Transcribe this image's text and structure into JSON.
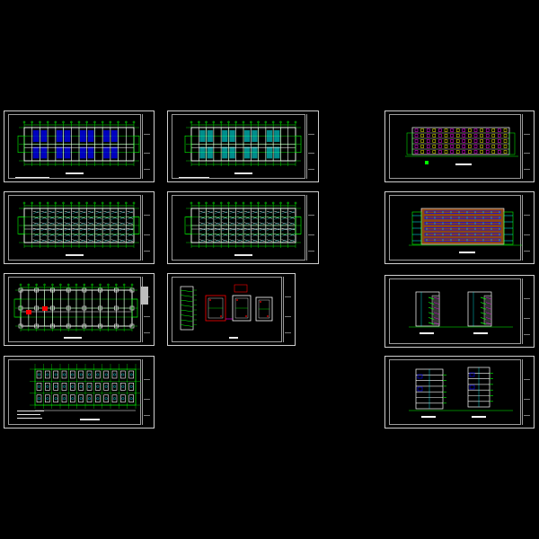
{
  "canvas_background": "#000000",
  "colors": {
    "frame": "#cfcfcf",
    "grid_green": "#00ff00",
    "wall_white": "#ffffff",
    "fill_blue": "#0000ff",
    "fill_cyan": "#00ffff",
    "accent_red": "#ff0000",
    "accent_yellow": "#ffff00",
    "accent_magenta": "#ff00ff",
    "accent_brown": "#8b4513"
  },
  "sheets": [
    {
      "id": "floor-plan-1",
      "kind": "plan-blue"
    },
    {
      "id": "floor-plan-2",
      "kind": "plan-cyan"
    },
    {
      "id": "floor-plan-3",
      "kind": "plan-dense"
    },
    {
      "id": "floor-plan-4",
      "kind": "plan-dense"
    },
    {
      "id": "foundation-plan",
      "kind": "plan-red"
    },
    {
      "id": "details-sheet",
      "kind": "details"
    },
    {
      "id": "pile-layout",
      "kind": "piles"
    },
    {
      "id": "front-elevation",
      "kind": "elevation-front"
    },
    {
      "id": "colored-elevation",
      "kind": "elevation-colored"
    },
    {
      "id": "side-elevations",
      "kind": "elevation-side"
    },
    {
      "id": "sections",
      "kind": "sections"
    }
  ]
}
